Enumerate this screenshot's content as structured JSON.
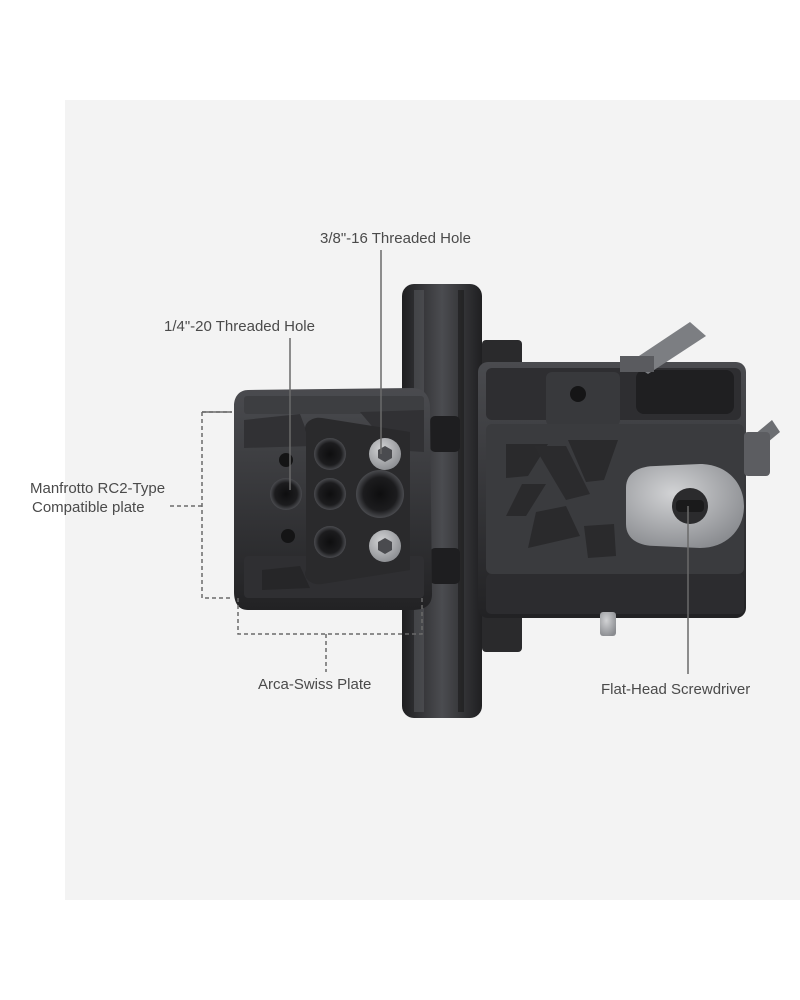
{
  "labels": {
    "threaded_hole_3_8": "3/8\"-16 Threaded Hole",
    "threaded_hole_1_4": "1/4\"-20 Threaded Hole",
    "manfrotto_line1": "Manfrotto RC2-Type",
    "manfrotto_line2": "Compatible plate",
    "arca_swiss": "Arca-Swiss Plate",
    "screwdriver": "Flat-Head Screwdriver"
  },
  "colors": {
    "background": "#ffffff",
    "backdrop": "#f3f3f3",
    "metal_dark": "#2b2b2d",
    "metal_mid": "#3a3a3d",
    "metal_light": "#55565a",
    "steel": "#a8aaad",
    "callout_line": "#6a6a6a",
    "label_text": "#4a4a4a"
  }
}
